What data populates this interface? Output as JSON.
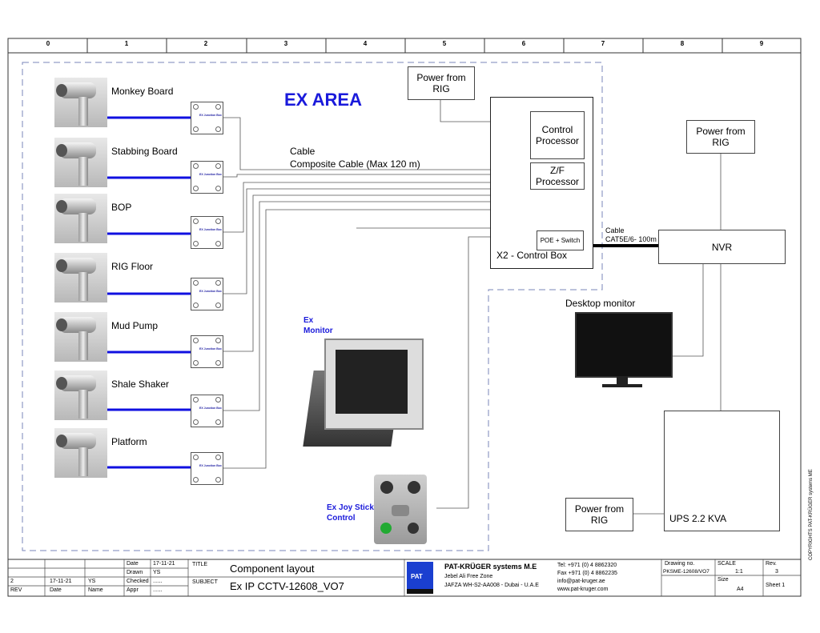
{
  "ruler": [
    "0",
    "1",
    "2",
    "3",
    "4",
    "5",
    "6",
    "7",
    "8",
    "9"
  ],
  "area_title": "EX AREA",
  "cameras": [
    {
      "label": "Monkey Board"
    },
    {
      "label": "Stabbing Board"
    },
    {
      "label": "BOP"
    },
    {
      "label": "RIG Floor"
    },
    {
      "label": "Mud Pump"
    },
    {
      "label": "Shale Shaker"
    },
    {
      "label": "Platform"
    }
  ],
  "junction_box_label": "EX Junction Box",
  "cable_label": "Cable",
  "composite_cable": "Composite Cable (Max 120 m)",
  "power_from_rig": "Power from RIG",
  "control_box": {
    "title": "X2 - Control Box",
    "control_processor": "Control Processor",
    "zf_processor": "Z/F Processor",
    "poe_switch": "POE + Switch"
  },
  "cat_cable": {
    "label": "Cable",
    "spec": "CAT5E/6- 100m"
  },
  "nvr": "NVR",
  "desktop_monitor": "Desktop monitor",
  "ups": "UPS 2.2 KVA",
  "ex_monitor": "Ex Monitor",
  "joystick": "Ex Joy Stick Control",
  "title_block": {
    "date_label": "Date",
    "date": "17-11-21",
    "drawn_label": "Drawn",
    "drawn": "YS",
    "checked_label": "Checked",
    "checked": "......",
    "appr_label": "Appr",
    "appr": "......",
    "rev": "2",
    "rev_date": "17-11-21",
    "rev_name": "YS",
    "rev_h": "REV",
    "date_h": "Date",
    "name_h": "Name",
    "title_label": "TITLE",
    "title": "Component layout",
    "subject_label": "SUBJECT",
    "subject": "Ex IP CCTV-12608_VO7",
    "logo": "PAT",
    "company": "PAT-KRÜGER systems M.E",
    "addr1": "Jebel Ali Free Zone",
    "addr2": "JAFZA WH-S2-AA008 - Dubai - U.A.E",
    "tel": "Tel:  +971 (0) 4 8862320",
    "fax": "Fax  +971 (0) 4 8862235",
    "email": "info@pat-kruger.ae",
    "web": "www.pat-kruger.com",
    "drawing_no_label": "Drawing no.",
    "drawing_no": "PKSME-12608/VO7",
    "scale_label": "SCALE",
    "scale": "1:1",
    "rev_label": "Rev.",
    "rev_no": "3",
    "size_label": "Size",
    "size": "A4",
    "sheet": "Sheet 1"
  },
  "copyright": "COPYRIGHTS PAT-KRÜGER systems ME"
}
